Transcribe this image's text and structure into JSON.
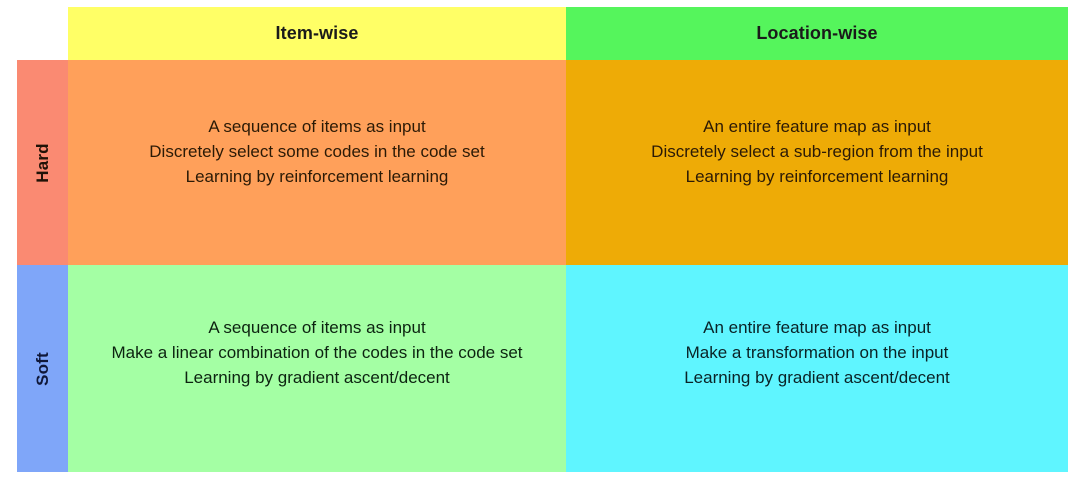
{
  "figure": {
    "kind": "two-by-two-comparison-matrix",
    "background": "#FFFFFF"
  },
  "columns": [
    {
      "id": "item-wise",
      "label": "Item-wise",
      "header_color": "#FFFF66"
    },
    {
      "id": "location-wise",
      "label": "Location-wise",
      "header_color": "#55F55C"
    }
  ],
  "rows": [
    {
      "id": "hard",
      "label": "Hard",
      "label_color": "#FA8A72"
    },
    {
      "id": "soft",
      "label": "Soft",
      "label_color": "#7FA6F9"
    }
  ],
  "cells": {
    "hard_item_wise": {
      "color": "#FFA05A",
      "lines": [
        "A sequence of items as input",
        "Discretely select some codes in the code set",
        "Learning by reinforcement learning"
      ]
    },
    "hard_location_wise": {
      "color": "#EEAB06",
      "lines": [
        "An entire feature map as input",
        "Discretely select a sub-region from the input",
        "Learning by reinforcement learning"
      ]
    },
    "soft_item_wise": {
      "color": "#A4FFA4",
      "lines": [
        "A sequence of items as input",
        "Make a linear combination of the codes in the code set",
        "Learning by gradient ascent/decent"
      ]
    },
    "soft_location_wise": {
      "color": "#5FF5FF",
      "lines": [
        "An entire feature map as input",
        "Make a transformation on the input",
        "Learning by gradient ascent/decent"
      ]
    }
  }
}
